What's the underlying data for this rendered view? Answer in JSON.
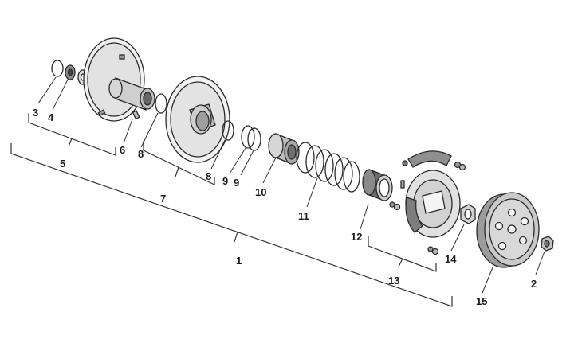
{
  "callouts": {
    "c1": "1",
    "c2": "2",
    "c3": "3",
    "c4": "4",
    "c5": "5",
    "c6": "6",
    "c7": "7",
    "c8a": "8",
    "c8b": "8",
    "c9a": "9",
    "c9b": "9",
    "c10": "10",
    "c11": "11",
    "c12": "12",
    "c13": "13",
    "c14": "14",
    "c15": "15"
  },
  "colors": {
    "part_fill": "#e6e6e6",
    "part_dark": "#9a9a9a",
    "part_mid": "#c4c4c4",
    "stroke": "#2a2a2a"
  }
}
